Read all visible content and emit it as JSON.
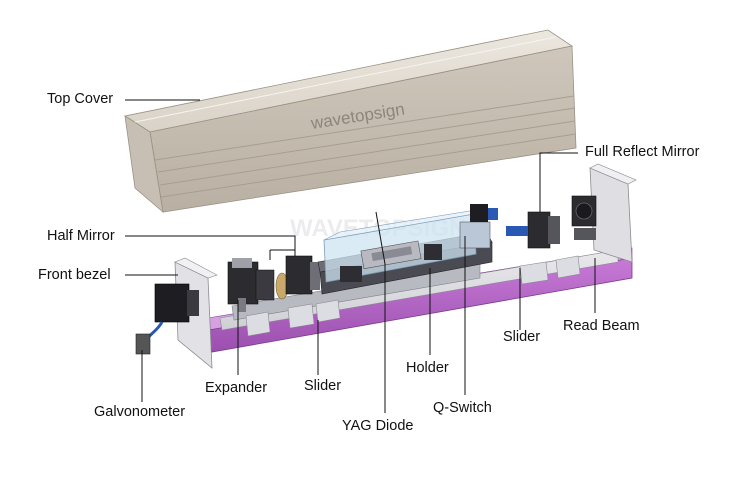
{
  "diagram": {
    "cover_brand": "wavetopsign",
    "watermark": "WAVETOPSIGN",
    "labels": {
      "top_cover": "Top Cover",
      "full_reflect_mirror": "Full Reflect Mirror",
      "half_mirror": "Half Mirror",
      "front_bezel": "Front bezel",
      "read_beam": "Read Beam",
      "slider_right": "Slider",
      "holder": "Holder",
      "expander": "Expander",
      "slider_left": "Slider",
      "q_switch": "Q-Switch",
      "galvonometer": "Galvonometer",
      "yag_diode": "YAG Diode"
    }
  }
}
